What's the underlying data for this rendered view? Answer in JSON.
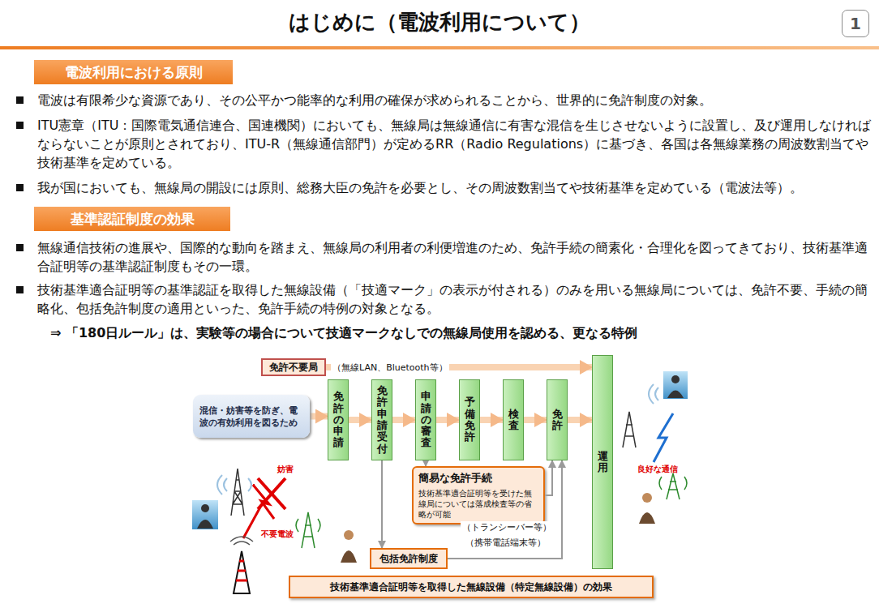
{
  "diagram": {
    "title": "はじめに（電波利用について）",
    "nodes": [
      {
        "text": [
          "1"
        ]
      },
      {
        "text": [
          "電波利用における原則"
        ]
      },
      {
        "text": [
          "基準認証制度の効果"
        ]
      },
      {
        "text": [
          "免許不要局"
        ]
      },
      {
        "text": [
          "混信・妨害等を防ぎ、電波の有効利用を図るため"
        ]
      },
      {
        "text": [
          "免許の申請"
        ]
      },
      {
        "text": [
          "免許申請受付"
        ]
      },
      {
        "text": [
          "申請の審査"
        ]
      },
      {
        "text": [
          "予備免許"
        ]
      },
      {
        "text": [
          "検査"
        ]
      },
      {
        "text": [
          "免許"
        ]
      },
      {
        "text": [
          "運用"
        ]
      },
      {
        "text": [
          "簡易な免許手続",
          "技術基準適合証明等を受けた無線局については落成検査等の省略が可能"
        ]
      },
      {
        "text": [
          "包括免許制度"
        ]
      },
      {
        "text": [
          "技術基準適合証明等を取得した無線設備（特定無線設備）の効果"
        ]
      }
    ],
    "edges": [
      {
        "from": 3,
        "to": 11,
        "arrow": "to"
      },
      {
        "from": 4,
        "to": 5,
        "arrow": "to"
      },
      {
        "from": 5,
        "to": 6,
        "arrow": "to"
      },
      {
        "from": 6,
        "to": 7,
        "arrow": "to"
      },
      {
        "from": 7,
        "to": 8,
        "arrow": "to"
      },
      {
        "from": 8,
        "to": 9,
        "arrow": "to"
      },
      {
        "from": 9,
        "to": 10,
        "arrow": "to"
      },
      {
        "from": 10,
        "to": 11,
        "arrow": "to"
      },
      {
        "from": 6,
        "to": 13,
        "arrow": "to"
      },
      {
        "from": 7,
        "to": 12,
        "arrow": "to"
      },
      {
        "from": 12,
        "to": 10,
        "arrow": "to"
      },
      {
        "from": 13,
        "to": 10,
        "arrow": "to"
      }
    ],
    "labels": [
      "電波は有限希少な資源であり、その公平かつ能率的な利用の確保が求められることから、世界的に免許制度の対象。",
      "ITU憲章（ITU：国際電気通信連合、国連機関）においても、無線局は無線通信に有害な混信を生じさせないように設置し、及び運用しなければならないことが原則とされており、ITU-R（無線通信部門）が定めるRR（Radio Regulations）に基づき、各国は各無線業務の周波数割当てや技術基準を定めている。",
      "我が国においても、無線局の開設には原則、総務大臣の免許を必要とし、その周波数割当てや技術基準を定めている（電波法等）。",
      "無線通信技術の進展や、国際的な動向を踏まえ、無線局の利用者の利便増進のため、免許手続の簡素化・合理化を図ってきており、技術基準適合証明等の基準認証制度もその一環。",
      "技術基準適合証明等の基準認証を取得した無線設備（「技適マーク」の表示が付される）のみを用いる無線局については、免許不要、手続の簡略化、包括免許制度の適用といった、免許手続の特例の対象となる。",
      "⇒ 「180日ルール」は、実験等の場合について技適マークなしでの無線局使用を認める、更なる特例",
      "（無線LAN、Bluetooth等）",
      "（トランシーバー等）",
      "（携帯電話端末等）",
      "妨害",
      "不要電波",
      "良好な通信"
    ]
  }
}
